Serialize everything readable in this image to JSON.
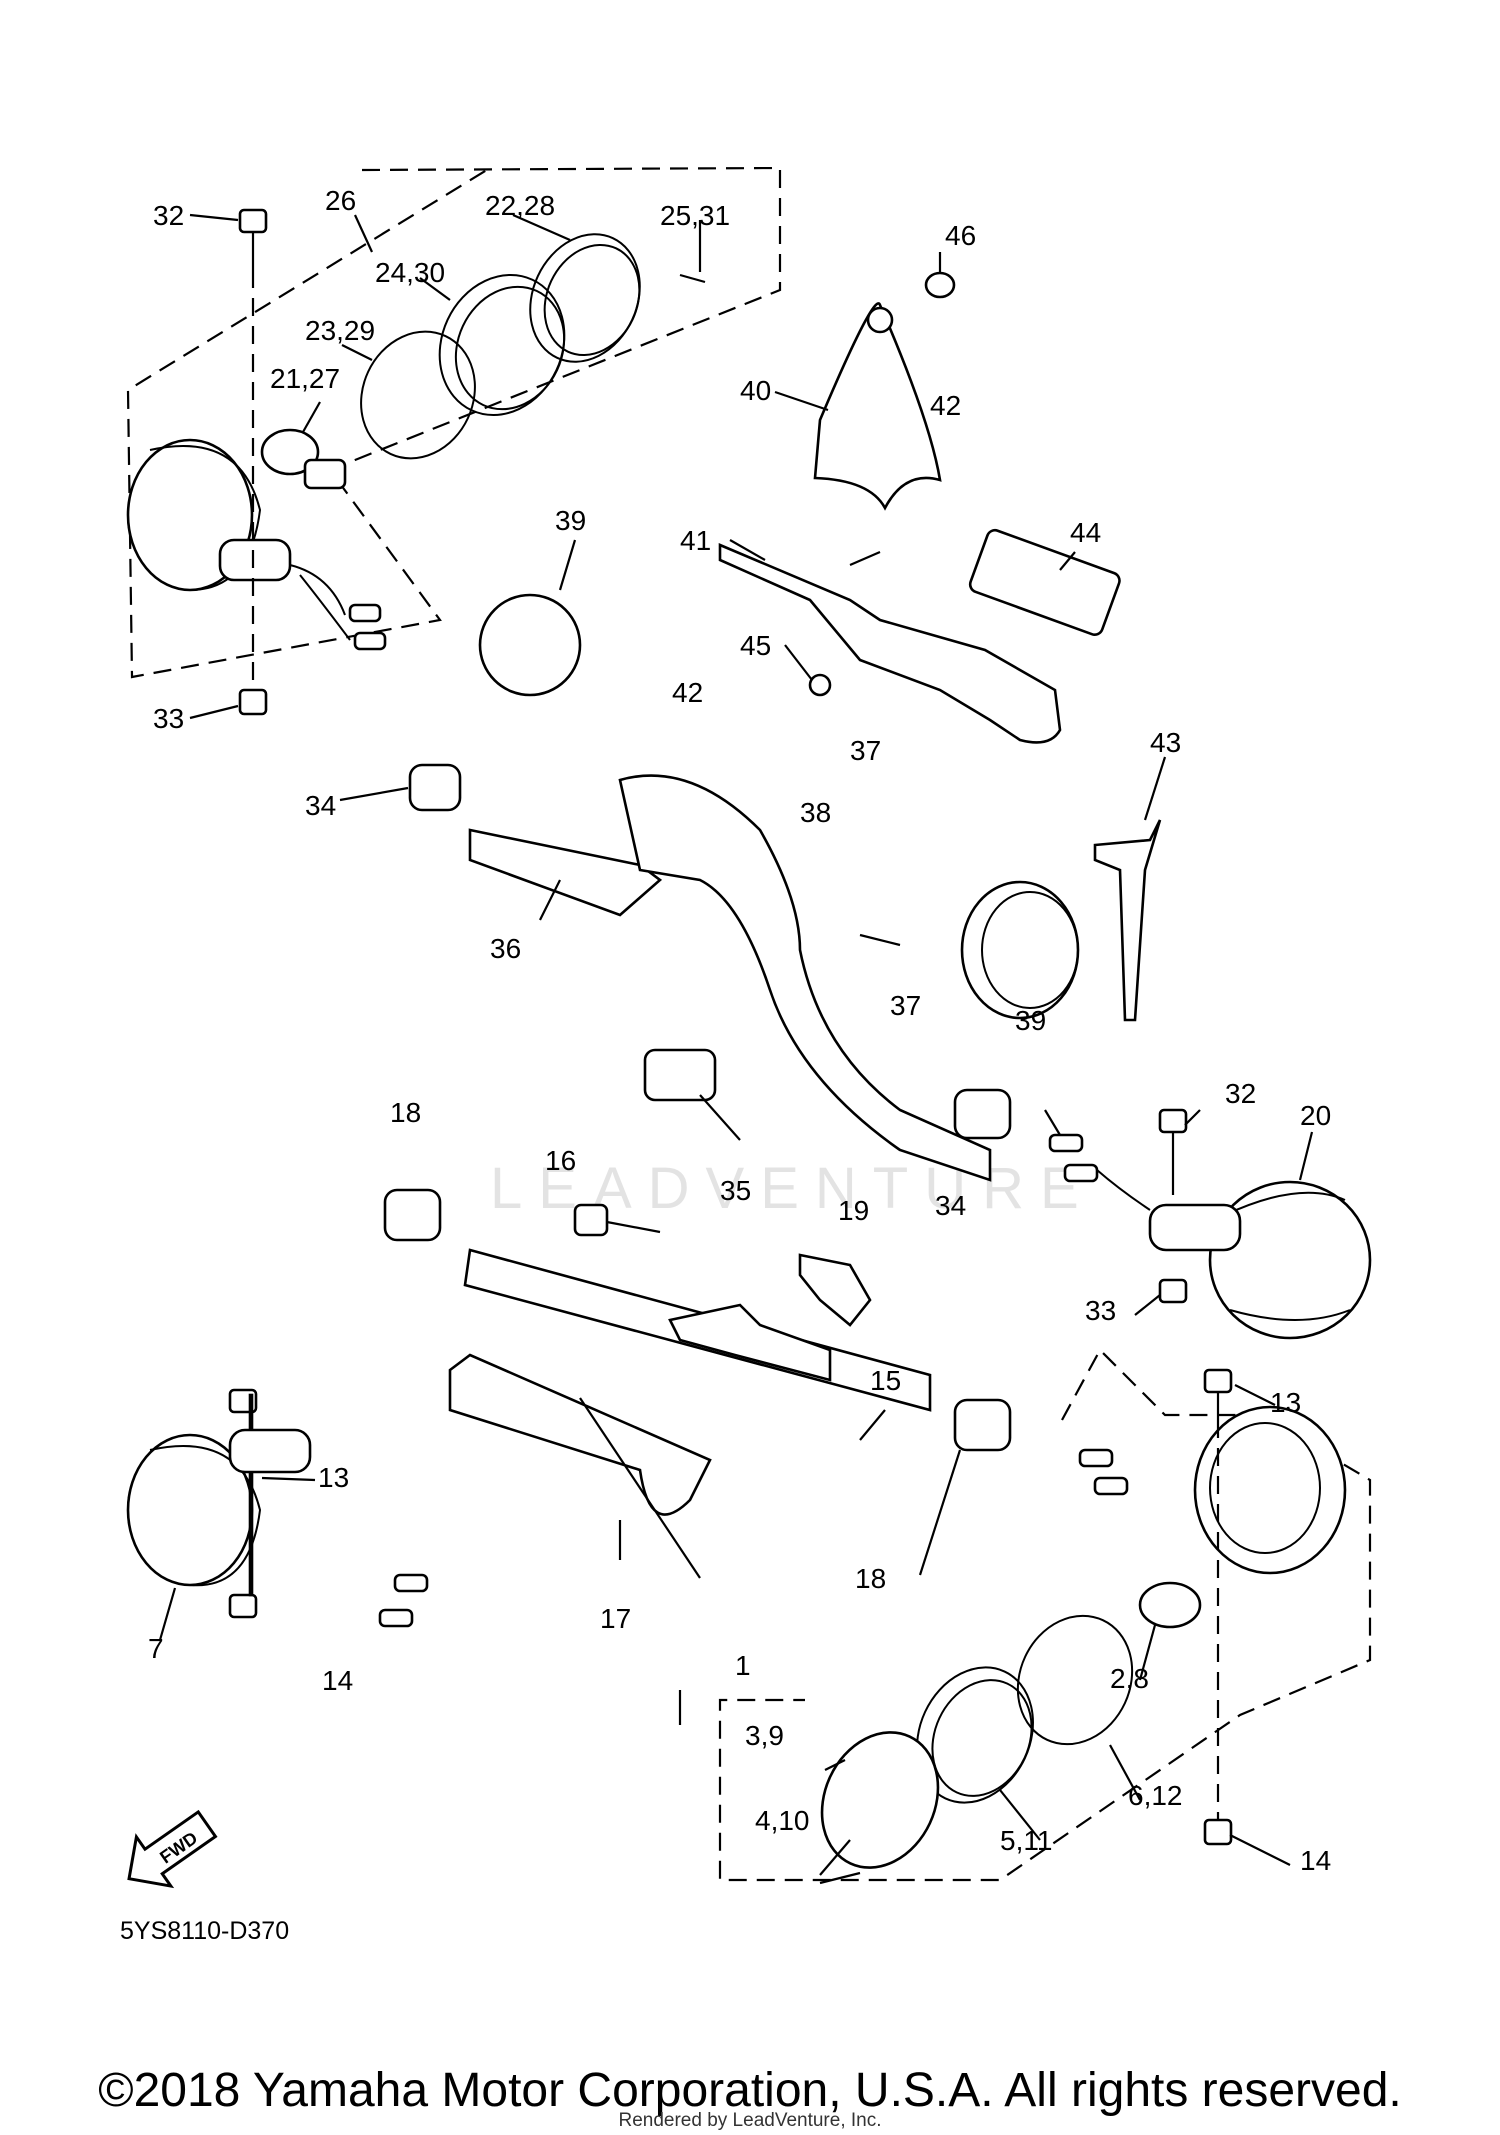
{
  "diagram": {
    "watermark": "LEADVENTURE",
    "code": "5YS8110-D370",
    "fwd_label": "FWD",
    "callouts": [
      "32",
      "26",
      "22,28",
      "25,31",
      "24,30",
      "23,29",
      "21,27",
      "33",
      "46",
      "40",
      "39",
      "41",
      "42",
      "44",
      "45",
      "42",
      "37",
      "38",
      "34",
      "36",
      "43",
      "37",
      "39",
      "18",
      "16",
      "19",
      "35",
      "34",
      "32",
      "20",
      "33",
      "15",
      "13",
      "13",
      "17",
      "7",
      "14",
      "18",
      "1",
      "3,9",
      "2,8",
      "4,10",
      "6,12",
      "5,11",
      "14"
    ]
  },
  "footer": {
    "copyright": "©2018 Yamaha Motor Corporation, U.S.A. All rights reserved.",
    "rendered_by": "Rendered by LeadVenture, Inc."
  }
}
